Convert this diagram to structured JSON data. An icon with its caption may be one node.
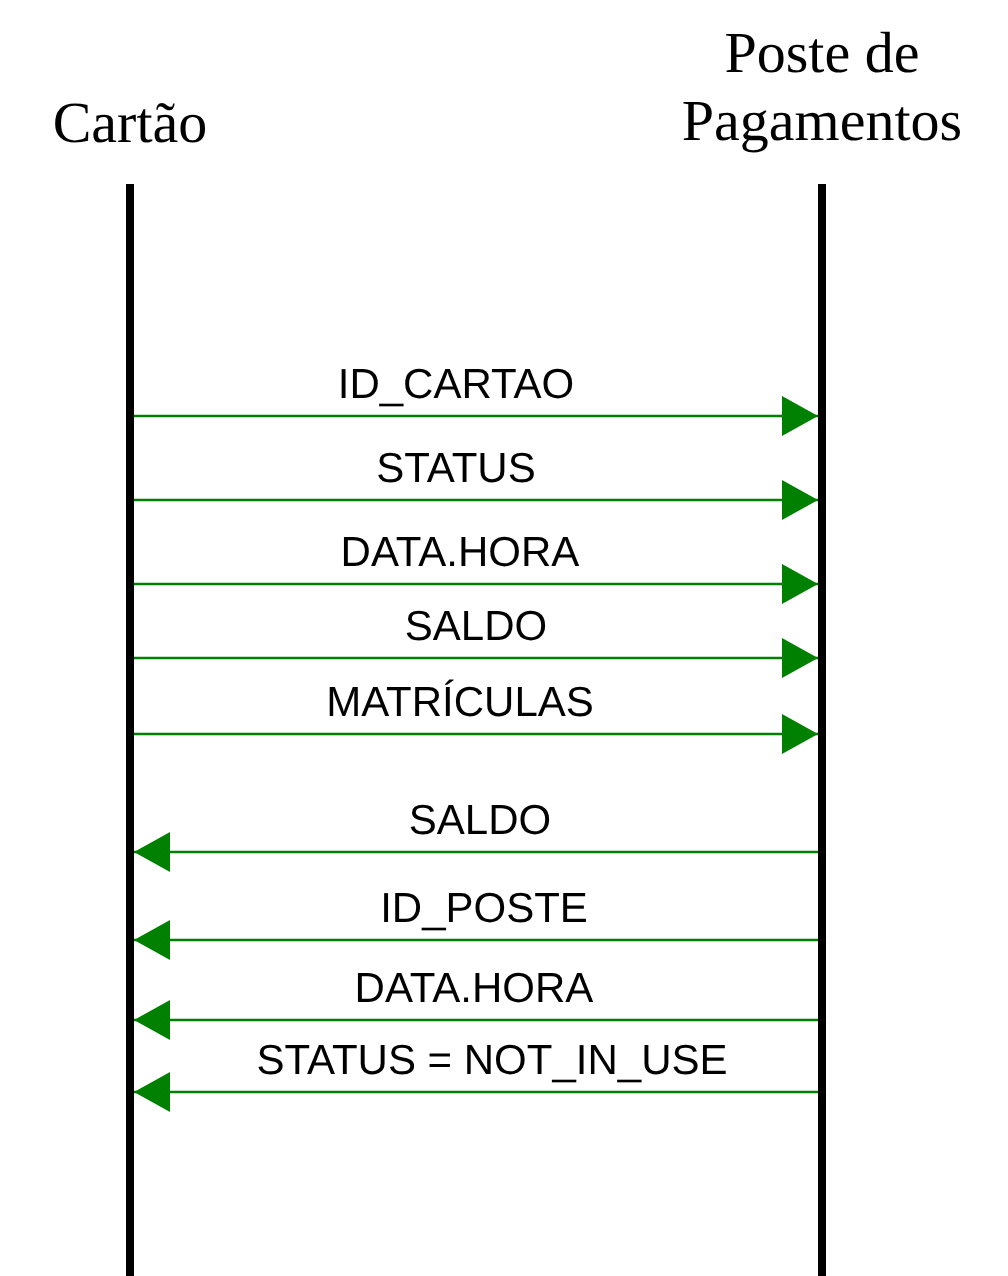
{
  "diagram": {
    "nodes": [
      {
        "text": [
          "Cartão"
        ]
      },
      {
        "text": [
          "Poste de Pagamentos"
        ]
      }
    ],
    "edges": [
      {
        "from": 0,
        "to": 1,
        "arrow": "to",
        "label": "ID_CARTAO"
      },
      {
        "from": 0,
        "to": 1,
        "arrow": "to",
        "label": "STATUS"
      },
      {
        "from": 0,
        "to": 1,
        "arrow": "to",
        "label": "DATA.HORA"
      },
      {
        "from": 0,
        "to": 1,
        "arrow": "to",
        "label": "SALDO"
      },
      {
        "from": 0,
        "to": 1,
        "arrow": "to",
        "label": "MATRÍCULAS"
      },
      {
        "from": 1,
        "to": 0,
        "arrow": "to",
        "label": "SALDO"
      },
      {
        "from": 1,
        "to": 0,
        "arrow": "to",
        "label": "ID_POSTE"
      },
      {
        "from": 1,
        "to": 0,
        "arrow": "to",
        "label": "DATA.HORA"
      },
      {
        "from": 1,
        "to": 0,
        "arrow": "to",
        "label": "STATUS = NOT_IN_USE"
      }
    ]
  }
}
